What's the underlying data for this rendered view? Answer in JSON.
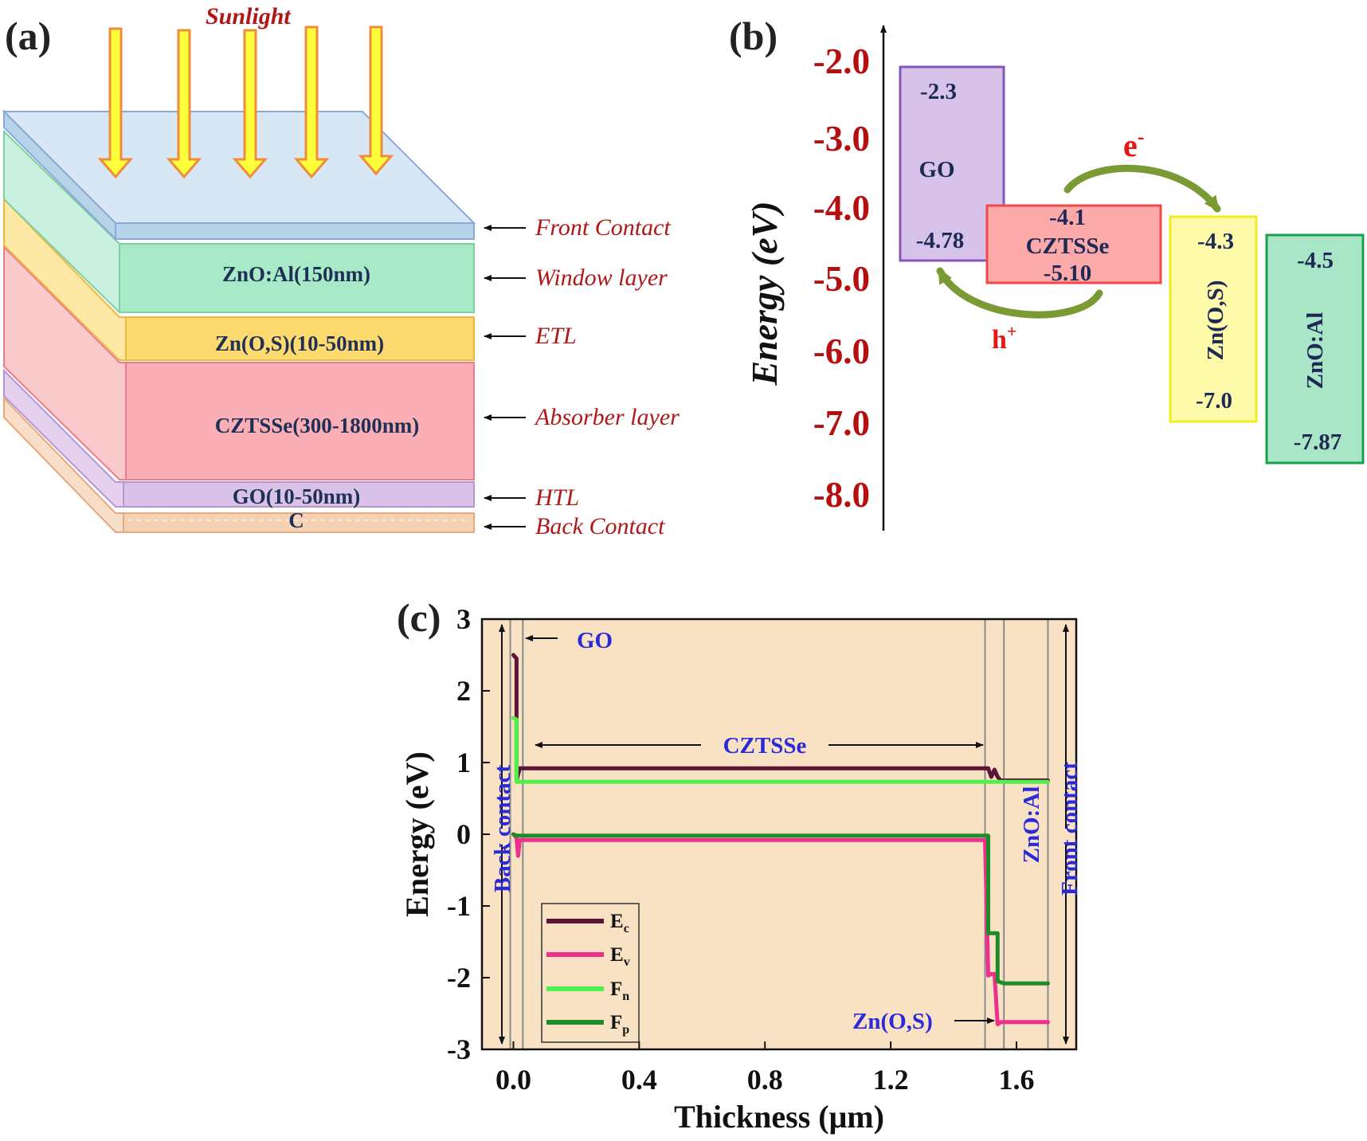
{
  "panel_a": {
    "letter": "(a)",
    "sunlight": "Sunlight",
    "layer_labels": {
      "window": "ZnO:Al(150nm)",
      "etl": "Zn(O,S)(10-50nm)",
      "absorber": "CZTSSe(300-1800nm)",
      "htl": "GO(10-50nm)",
      "back": "C"
    },
    "callouts": [
      "Front Contact",
      "Window layer",
      "ETL",
      "Absorber layer",
      "HTL",
      "Back Contact"
    ],
    "colors": {
      "front": "#b8d8ec",
      "window": "#9ee6c4",
      "etl": "#fcd96a",
      "absorber": "#f7a5aa",
      "htl": "#d7bde6",
      "back": "#f6d2b4",
      "arrow_fill": "#ffff3a",
      "arrow_stroke": "#f08c3c"
    }
  },
  "panel_b": {
    "letter": "(b)",
    "ylabel": "Energy (eV)",
    "ticks": [
      "-2.0",
      "-3.0",
      "-4.0",
      "-5.0",
      "-6.0",
      "-7.0",
      "-8.0"
    ],
    "materials": [
      {
        "name": "GO",
        "top": "-2.3",
        "bottom": "-4.78",
        "fill": "#d7c3e9",
        "stroke": "#8855b8"
      },
      {
        "name": "CZTSSe",
        "top": "-4.1",
        "bottom": "-5.10",
        "fill": "#fba9a9",
        "stroke": "#ef4a4a"
      },
      {
        "name": "Zn(O,S)",
        "top": "-4.3",
        "bottom": "-7.0",
        "fill": "#fdfbaa",
        "stroke": "#f2ec22"
      },
      {
        "name": "ZnO:Al",
        "top": "-4.5",
        "bottom": "-7.87",
        "fill": "#a9e6c8",
        "stroke": "#17a04c"
      }
    ],
    "electron_label": "e",
    "electron_sup": "-",
    "hole_label": "h",
    "hole_sup": "+",
    "arrow_color": "#7a9a33"
  },
  "panel_c": {
    "letter": "(c)",
    "background": "#f8e2c3",
    "region_labels": {
      "go": "GO",
      "czts": "CZTSSe",
      "back_contact": "Back contact",
      "front_contact": "Front contact",
      "zno": "ZnO:Al",
      "zns": "Zn(O,S)"
    },
    "chart_data": {
      "type": "line",
      "xlabel": "Thickness (μm)",
      "ylabel": "Energy (eV)",
      "xlim": [
        -0.1,
        1.79
      ],
      "ylim": [
        -3,
        3
      ],
      "xticks": [
        "0.0",
        "0.4",
        "0.8",
        "1.2",
        "1.6"
      ],
      "xtick_values": [
        0.0,
        0.4,
        0.8,
        1.2,
        1.6
      ],
      "yticks": [
        "3",
        "2",
        "1",
        "0",
        "-1",
        "-2",
        "-3"
      ],
      "ytick_values": [
        3,
        2,
        1,
        0,
        -1,
        -2,
        -3
      ],
      "boundaries": [
        -0.01,
        0.03,
        1.5,
        1.56,
        1.7
      ],
      "legend_placement": "bottom-left",
      "series": [
        {
          "name": "E",
          "sub": "c",
          "color": "#5e1438",
          "x": [
            0.0,
            0.01,
            0.01,
            0.02,
            0.03,
            1.5,
            1.51,
            1.52,
            1.53,
            1.54,
            1.55,
            1.56,
            1.7
          ],
          "y": [
            2.5,
            2.45,
            0.75,
            0.92,
            0.92,
            0.92,
            0.92,
            0.8,
            0.9,
            0.8,
            0.75,
            0.75,
            0.75
          ]
        },
        {
          "name": "E",
          "sub": "v",
          "color": "#ee2f8c",
          "x": [
            0.0,
            0.01,
            0.015,
            0.02,
            0.03,
            1.5,
            1.51,
            1.52,
            1.53,
            1.54,
            1.55,
            1.7
          ],
          "y": [
            0.0,
            -0.05,
            -0.3,
            -0.08,
            -0.08,
            -0.08,
            -1.97,
            -1.95,
            -1.95,
            -2.65,
            -2.62,
            -2.62
          ]
        },
        {
          "name": "F",
          "sub": "n",
          "color": "#4ff04a",
          "x": [
            0.0,
            0.01,
            0.01,
            1.7
          ],
          "y": [
            1.62,
            1.6,
            0.73,
            0.73
          ]
        },
        {
          "name": "F",
          "sub": "p",
          "color": "#1f8c2a",
          "x": [
            0.0,
            0.01,
            0.02,
            1.51,
            1.51,
            1.53,
            1.54,
            1.54,
            1.56,
            1.7
          ],
          "y": [
            0.0,
            -0.02,
            -0.02,
            -0.02,
            -1.38,
            -1.38,
            -1.38,
            -2.05,
            -2.08,
            -2.08
          ]
        }
      ]
    }
  }
}
